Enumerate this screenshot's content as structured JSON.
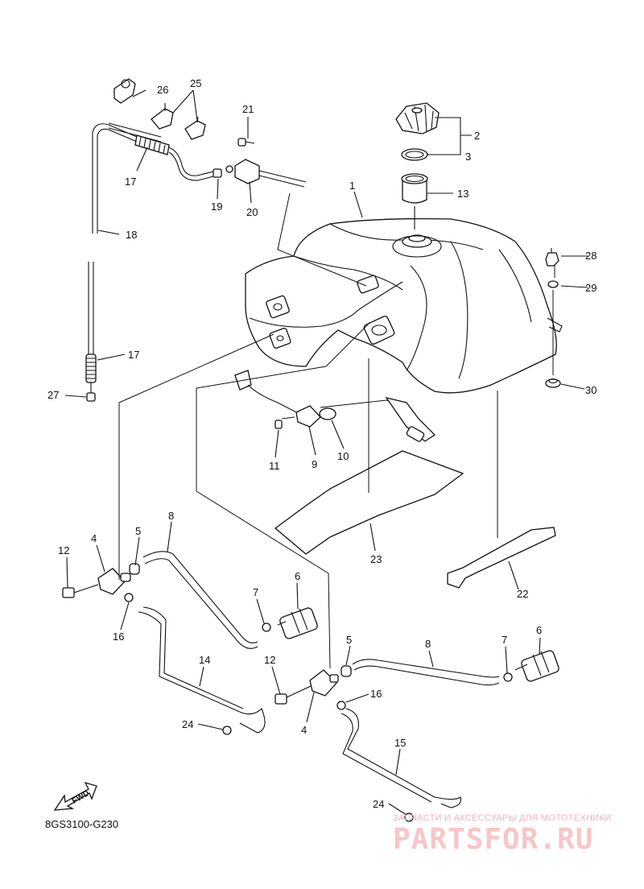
{
  "diagram": {
    "code": "8GS3100-G230",
    "fwd_label": "FWD",
    "callouts": [
      {
        "id": "c1",
        "text": "1"
      },
      {
        "id": "c2",
        "text": "2"
      },
      {
        "id": "c3",
        "text": "3"
      },
      {
        "id": "c4a",
        "text": "4"
      },
      {
        "id": "c4b",
        "text": "4"
      },
      {
        "id": "c5a",
        "text": "5"
      },
      {
        "id": "c5b",
        "text": "5"
      },
      {
        "id": "c6a",
        "text": "6"
      },
      {
        "id": "c6b",
        "text": "6"
      },
      {
        "id": "c7a",
        "text": "7"
      },
      {
        "id": "c7b",
        "text": "7"
      },
      {
        "id": "c8a",
        "text": "8"
      },
      {
        "id": "c8b",
        "text": "8"
      },
      {
        "id": "c9",
        "text": "9"
      },
      {
        "id": "c10",
        "text": "10"
      },
      {
        "id": "c11",
        "text": "11"
      },
      {
        "id": "c12a",
        "text": "12"
      },
      {
        "id": "c12b",
        "text": "12"
      },
      {
        "id": "c13",
        "text": "13"
      },
      {
        "id": "c14",
        "text": "14"
      },
      {
        "id": "c15",
        "text": "15"
      },
      {
        "id": "c16a",
        "text": "16"
      },
      {
        "id": "c16b",
        "text": "16"
      },
      {
        "id": "c17a",
        "text": "17"
      },
      {
        "id": "c17b",
        "text": "17"
      },
      {
        "id": "c18",
        "text": "18"
      },
      {
        "id": "c19",
        "text": "19"
      },
      {
        "id": "c20",
        "text": "20"
      },
      {
        "id": "c21",
        "text": "21"
      },
      {
        "id": "c22",
        "text": "22"
      },
      {
        "id": "c23",
        "text": "23"
      },
      {
        "id": "c24a",
        "text": "24"
      },
      {
        "id": "c24b",
        "text": "24"
      },
      {
        "id": "c25",
        "text": "25"
      },
      {
        "id": "c26",
        "text": "26"
      },
      {
        "id": "c27",
        "text": "27"
      },
      {
        "id": "c28",
        "text": "28"
      },
      {
        "id": "c29",
        "text": "29"
      },
      {
        "id": "c30",
        "text": "30"
      }
    ]
  },
  "watermark": {
    "tagline": "ЗАПЧАСТИ И АКСЕССУАРЫ ДЛЯ МОТОТЕХНИКИ",
    "brand": "PARTSFOR.RU"
  }
}
